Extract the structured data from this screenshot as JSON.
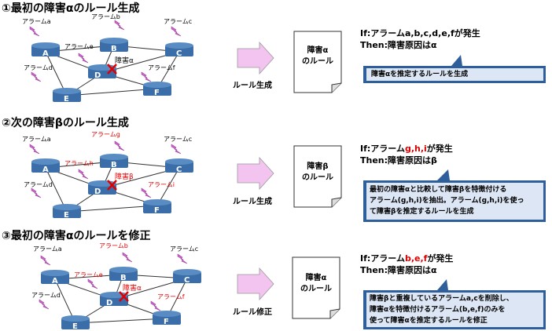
{
  "sections": [
    {
      "title": "①最初の障害αのルール生成",
      "fault_label": "障害α",
      "alarms": {
        "a": "アラームa",
        "b": "アラームb",
        "c": "アラームc",
        "d": "アラームd",
        "e": "アラームe",
        "f": "アラームf"
      },
      "arrow_label": "ルール生成",
      "doc_line1": "障害α",
      "doc_line2": "のルール",
      "rule_if_prefix": "If:アラーム",
      "rule_if_red": "",
      "rule_if_plain": "a,b,c,d,e,f",
      "rule_if_suffix": "が発生",
      "rule_then": "Then:障害原因はα",
      "callout": [
        "障害αを推定するルールを生成"
      ]
    },
    {
      "title": "②次の障害βのルール生成",
      "fault_label": "障害β",
      "alarms": {
        "a": "アラームa",
        "g": "アラームg",
        "c": "アラームc",
        "h": "アラームh",
        "d": "アラームd",
        "i": "アラームi"
      },
      "arrow_label": "ルール生成",
      "doc_line1": "障害β",
      "doc_line2": "のルール",
      "rule_if_prefix": "If:アラーム",
      "rule_if_red": "g,h,i",
      "rule_if_plain": "",
      "rule_if_suffix": "が発生",
      "rule_then": "Then:障害原因はβ",
      "callout": [
        "最初の障害αと比較して障害βを特徴付ける",
        "アラーム(g,h,i)を抽出。アラーム(g,h,i)を使っ",
        "て障害βを推定するルールを生成"
      ]
    },
    {
      "title": "③最初の障害αのルールを修正",
      "fault_label": "障害α",
      "alarms": {
        "a": "アラームa",
        "b": "アラームb",
        "c": "アラームc",
        "e": "アラームe",
        "d": "アラームd",
        "f": "アラームf"
      },
      "arrow_label": "ルール修正",
      "doc_line1": "障害α",
      "doc_line2": "のルール",
      "rule_if_prefix": "If:アラーム",
      "rule_if_red": "b,e,f",
      "rule_if_plain": "",
      "rule_if_suffix": "が発生",
      "rule_then": "Then:障害原因はα",
      "callout": [
        "障害βと重複しているアラームa,cを削除し、",
        "障害αを特徴付けるアラーム(b,e,f)のみを",
        "使って障害αを推定するルールを修正"
      ]
    }
  ],
  "nodes": [
    "A",
    "B",
    "C",
    "D",
    "E",
    "F"
  ],
  "colors": {
    "node_fill": "#3b6ea8",
    "alarm_fill": "#cc66cc",
    "arrow_fill": "#f3c4f0",
    "callout_fill": "#2f5f9a",
    "fault_x": "#e00000",
    "red_text": "#e00000"
  }
}
